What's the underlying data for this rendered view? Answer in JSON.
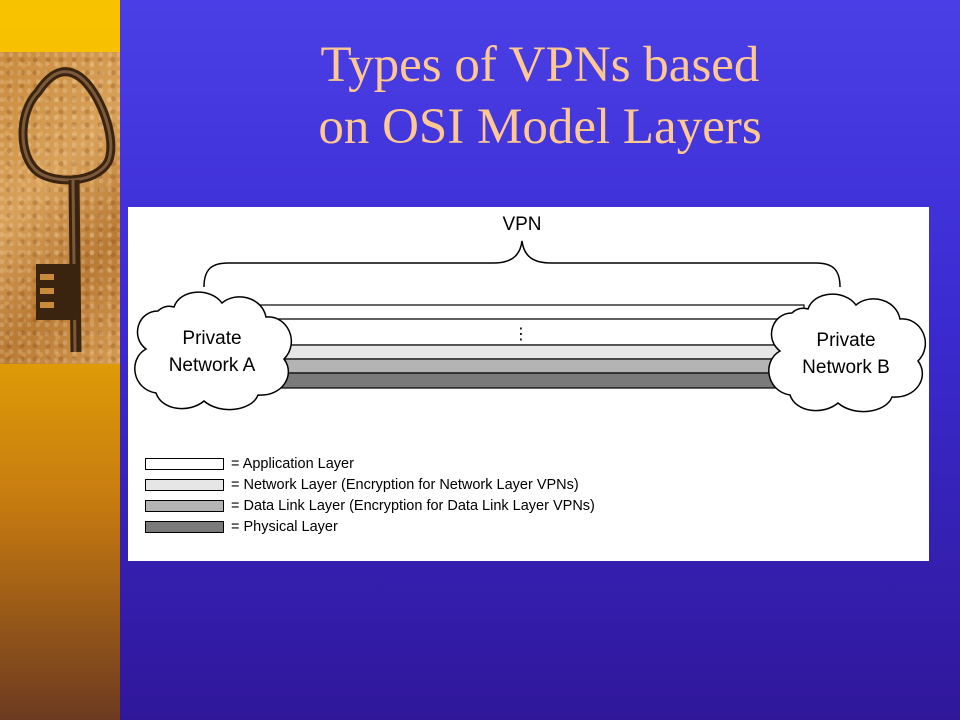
{
  "slide": {
    "title_line1": "Types of VPNs based",
    "title_line2": "on OSI Model Layers",
    "background": "#3a2bd0",
    "title_color": "#ffc890",
    "accent": "#f2b400"
  },
  "photo": {
    "icon": "key-icon"
  },
  "diagram": {
    "vpn_label": "VPN",
    "ellipsis": "⋮",
    "network_a": {
      "line1": "Private",
      "line2": "Network A"
    },
    "network_b": {
      "line1": "Private",
      "line2": "Network B"
    },
    "layers": [
      {
        "name": "application",
        "color": "#ffffff"
      },
      {
        "name": "network",
        "color": "#e6e6e6"
      },
      {
        "name": "data-link",
        "color": "#b4b4b4"
      },
      {
        "name": "physical",
        "color": "#7a7a7a"
      }
    ],
    "legend": [
      {
        "label": "= Application Layer",
        "color": "#ffffff"
      },
      {
        "label": "= Network Layer (Encryption for Network Layer VPNs)",
        "color": "#e6e6e6"
      },
      {
        "label": "= Data Link Layer (Encryption for Data Link Layer VPNs)",
        "color": "#b4b4b4"
      },
      {
        "label": "= Physical Layer",
        "color": "#7a7a7a"
      }
    ]
  }
}
